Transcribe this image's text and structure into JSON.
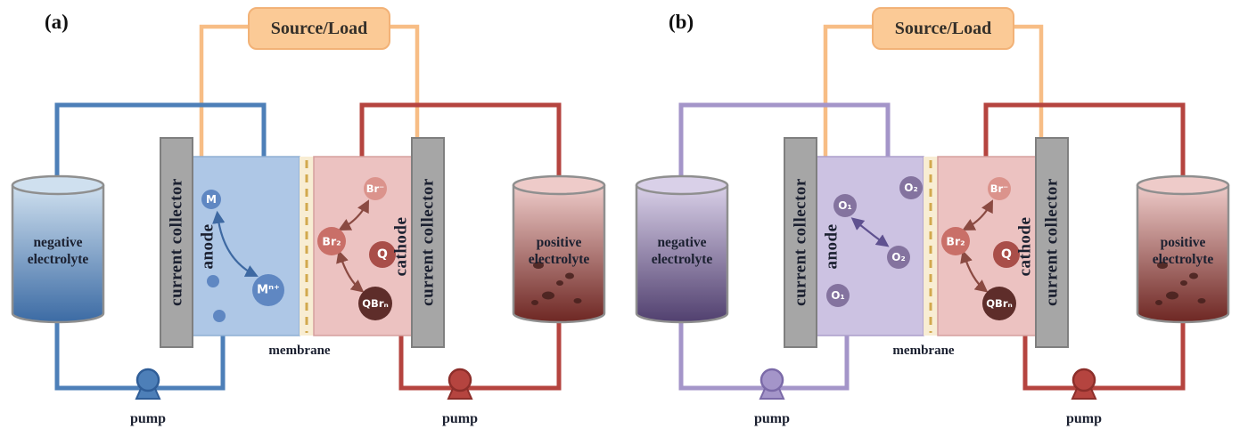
{
  "panels": {
    "a": {
      "label": "(a)",
      "source_load": "Source/Load",
      "tank_left_label": "negative\nelectrolyte",
      "tank_right_label": "positive\nelectrolyte",
      "collector_left": "current collector",
      "anode": "anode",
      "cathode": "cathode",
      "collector_right": "current collector",
      "membrane": "membrane",
      "pump_left": "pump",
      "pump_right": "pump",
      "species": {
        "neg_small": "M",
        "neg_big": "Mⁿ⁺",
        "pos_top": "Br⁻",
        "pos_mid": "Br₂",
        "pos_q": "Q",
        "pos_bottom": "QBrₙ"
      },
      "theme": {
        "srcload-bg": "#fbca96",
        "srcload-edge": "#f2b277",
        "wire": "#f7bd85",
        "pipe-l": "#4d7fb8",
        "pipe-l-d": "#2f5d97",
        "pipe-r": "#b5443f",
        "pipe-r-d": "#8c2e2a",
        "cell-l": "#aec7e6",
        "cell-l-edge": "#8fafd4",
        "cell-r": "#ecc2c1",
        "cell-r-edge": "#d5a09e",
        "collector": "#a6a6a6",
        "collector-edge": "#7f7f7f",
        "memb-band": "#f8edd3",
        "memb-line": "#d2a94e",
        "tank-l-top": "#cfe0ef",
        "tank-l-bot": "#3c6ba4",
        "tank-r-top": "#eecbc9",
        "tank-r-bot": "#6e2723",
        "tank-edge": "#8f8f8f",
        "blob": "#46201d",
        "sp-l": "#5f87c2",
        "arrow-l": "#3e69a2",
        "sp-brm": "#db938c",
        "sp-br2": "#c96f68",
        "sp-q": "#a94e49",
        "sp-qbrn": "#5e2d2a",
        "arrow-r": "#8a4a42"
      }
    },
    "b": {
      "label": "(b)",
      "source_load": "Source/Load",
      "tank_left_label": "negative\nelectrolyte",
      "tank_right_label": "positive\nelectrolyte",
      "collector_left": "current collector",
      "anode": "anode",
      "cathode": "cathode",
      "collector_right": "current collector",
      "membrane": "membrane",
      "pump_left": "pump",
      "pump_right": "pump",
      "species": {
        "o1_top": "O₁",
        "o2_top": "O₂",
        "o2_mid": "O₂",
        "o1_bottom": "O₁",
        "pos_top": "Br⁻",
        "pos_mid": "Br₂",
        "pos_q": "Q",
        "pos_bottom": "QBrₙ"
      },
      "theme": {
        "srcload-bg": "#fbca96",
        "srcload-edge": "#f2b277",
        "wire": "#f7bd85",
        "pipe-l": "#a495c9",
        "pipe-l-d": "#7b6aa8",
        "pipe-r": "#b5443f",
        "pipe-r-d": "#8c2e2a",
        "cell-l": "#ccc2e2",
        "cell-l-edge": "#ab9ecb",
        "cell-r": "#ecc2c1",
        "cell-r-edge": "#d5a09e",
        "collector": "#a6a6a6",
        "collector-edge": "#7f7f7f",
        "memb-band": "#f8edd3",
        "memb-line": "#d2a94e",
        "tank-l-top": "#d9d0e8",
        "tank-l-bot": "#51406f",
        "tank-r-top": "#eecbc9",
        "tank-r-bot": "#6e2723",
        "tank-edge": "#8f8f8f",
        "blob": "#46201d",
        "sp-l": "#84739f",
        "arrow-l": "#5f5190",
        "sp-brm": "#db938c",
        "sp-br2": "#c96f68",
        "sp-q": "#a94e49",
        "sp-qbrn": "#5e2d2a",
        "arrow-r": "#8a4a42"
      }
    }
  }
}
